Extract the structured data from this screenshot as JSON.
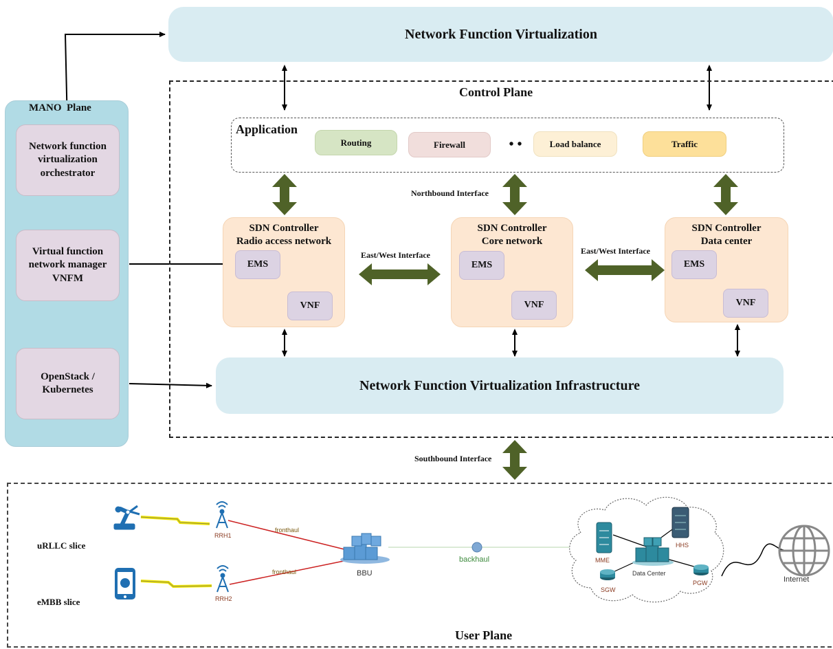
{
  "nfv": {
    "title": "Network Function Virtualization"
  },
  "control_plane": {
    "title": "Control Plane"
  },
  "mano": {
    "title": "MANO  Plane",
    "orchestrator": "Network function virtualization orchestrator",
    "vnfm": "Virtual function network manager VNFM",
    "openstack": "OpenStack / Kubernetes"
  },
  "application": {
    "title": "Application",
    "items": [
      {
        "label": "Routing",
        "color": "#d6e5c4"
      },
      {
        "label": "Firewall",
        "color": "#f1dedc"
      },
      {
        "label": "• •",
        "color": "#ffffff"
      },
      {
        "label": "Load balance",
        "color": "#fdf0d6"
      },
      {
        "label": "Traffic",
        "color": "#fde09a"
      }
    ]
  },
  "interfaces": {
    "northbound": "Northbound Interface",
    "east_west_1": "East/West Interface",
    "east_west_2": "East/West Interface",
    "southbound": "Southbound Interface"
  },
  "controllers": [
    {
      "line1": "SDN Controller",
      "line2": "Radio access network",
      "ems": "EMS",
      "vnf": "VNF"
    },
    {
      "line1": "SDN Controller",
      "line2": "Core network",
      "ems": "EMS",
      "vnf": "VNF"
    },
    {
      "line1": "SDN Controller",
      "line2": "Data center",
      "ems": "EMS",
      "vnf": "VNF"
    }
  ],
  "nfvi": {
    "title": "Network Function Virtualization Infrastructure"
  },
  "user_plane": {
    "title": "User Plane",
    "urllc": "uRLLC slice",
    "embb": "eMBB slice",
    "rrh1": "RRH1",
    "rrh2": "RRH2",
    "fronthaul1": "fronthaul",
    "fronthaul2": "fronthaul",
    "bbu": "BBU",
    "backhaul": "backhaul",
    "mme": "MME",
    "hhs": "HHS",
    "data_center": "Data Center",
    "sgw": "SGW",
    "pgw": "PGW",
    "internet": "Internet"
  },
  "colors": {
    "big_arrow": "#4f6228",
    "device_blue": "#1f6fb2",
    "server_teal": "#2d8a9e",
    "fronthaul_line": "#cc2222",
    "lightning": "#f2e600"
  }
}
